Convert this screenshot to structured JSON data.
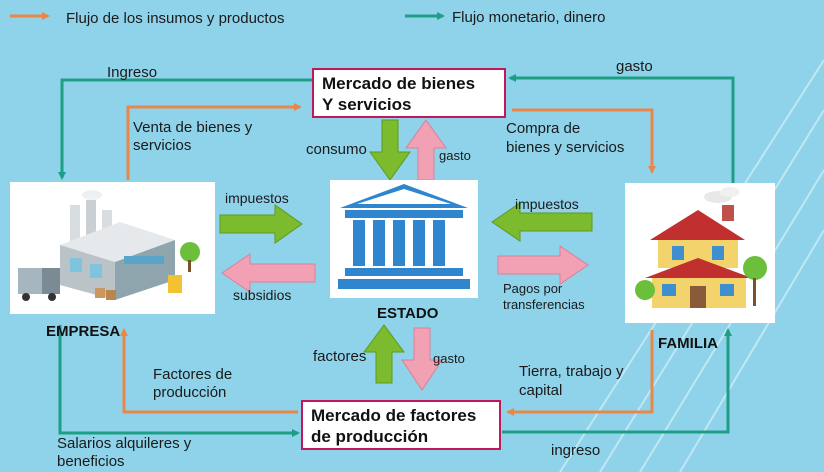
{
  "legend": {
    "insumos_label": "Flujo de los insumos y productos",
    "monetario_label": "Flujo monetario, dinero",
    "insumos_color": "#e9874a",
    "monetario_color": "#1f9e86"
  },
  "nodes": {
    "mercado_bienes": {
      "line1": "Mercado de bienes",
      "line2": "Y servicios"
    },
    "mercado_factores": {
      "line1": "Mercado de factores",
      "line2": "de producción"
    },
    "empresa": "EMPRESA",
    "estado": "ESTADO",
    "familia": "FAMILIA"
  },
  "labels": {
    "ingreso_top": "Ingreso",
    "gasto_top": "gasto",
    "venta_line1": "Venta de bienes y",
    "venta_line2": "servicios",
    "compra_line1": "Compra de",
    "compra_line2": "bienes y servicios",
    "consumo": "consumo",
    "gasto_estado_top": "gasto",
    "impuestos_left": "impuestos",
    "impuestos_right": "impuestos",
    "subsidios": "subsidios",
    "pagos_line1": "Pagos por",
    "pagos_line2": "transferencias",
    "factores": "factores",
    "gasto_estado_bottom": "gasto",
    "factores_prod_line1": "Factores de",
    "factores_prod_line2": "producción",
    "tierra_line1": "Tierra, trabajo y",
    "tierra_line2": "capital",
    "salarios_line1": "Salarios alquileres y",
    "salarios_line2": "beneficios",
    "ingreso_bottom": "ingreso"
  },
  "colors": {
    "background": "#8ed3ea",
    "box_border": "#c0185a",
    "green_arrow": "#7cbb2e",
    "pink_arrow": "#f2a0b4",
    "estado_blue": "#2f86cf"
  }
}
